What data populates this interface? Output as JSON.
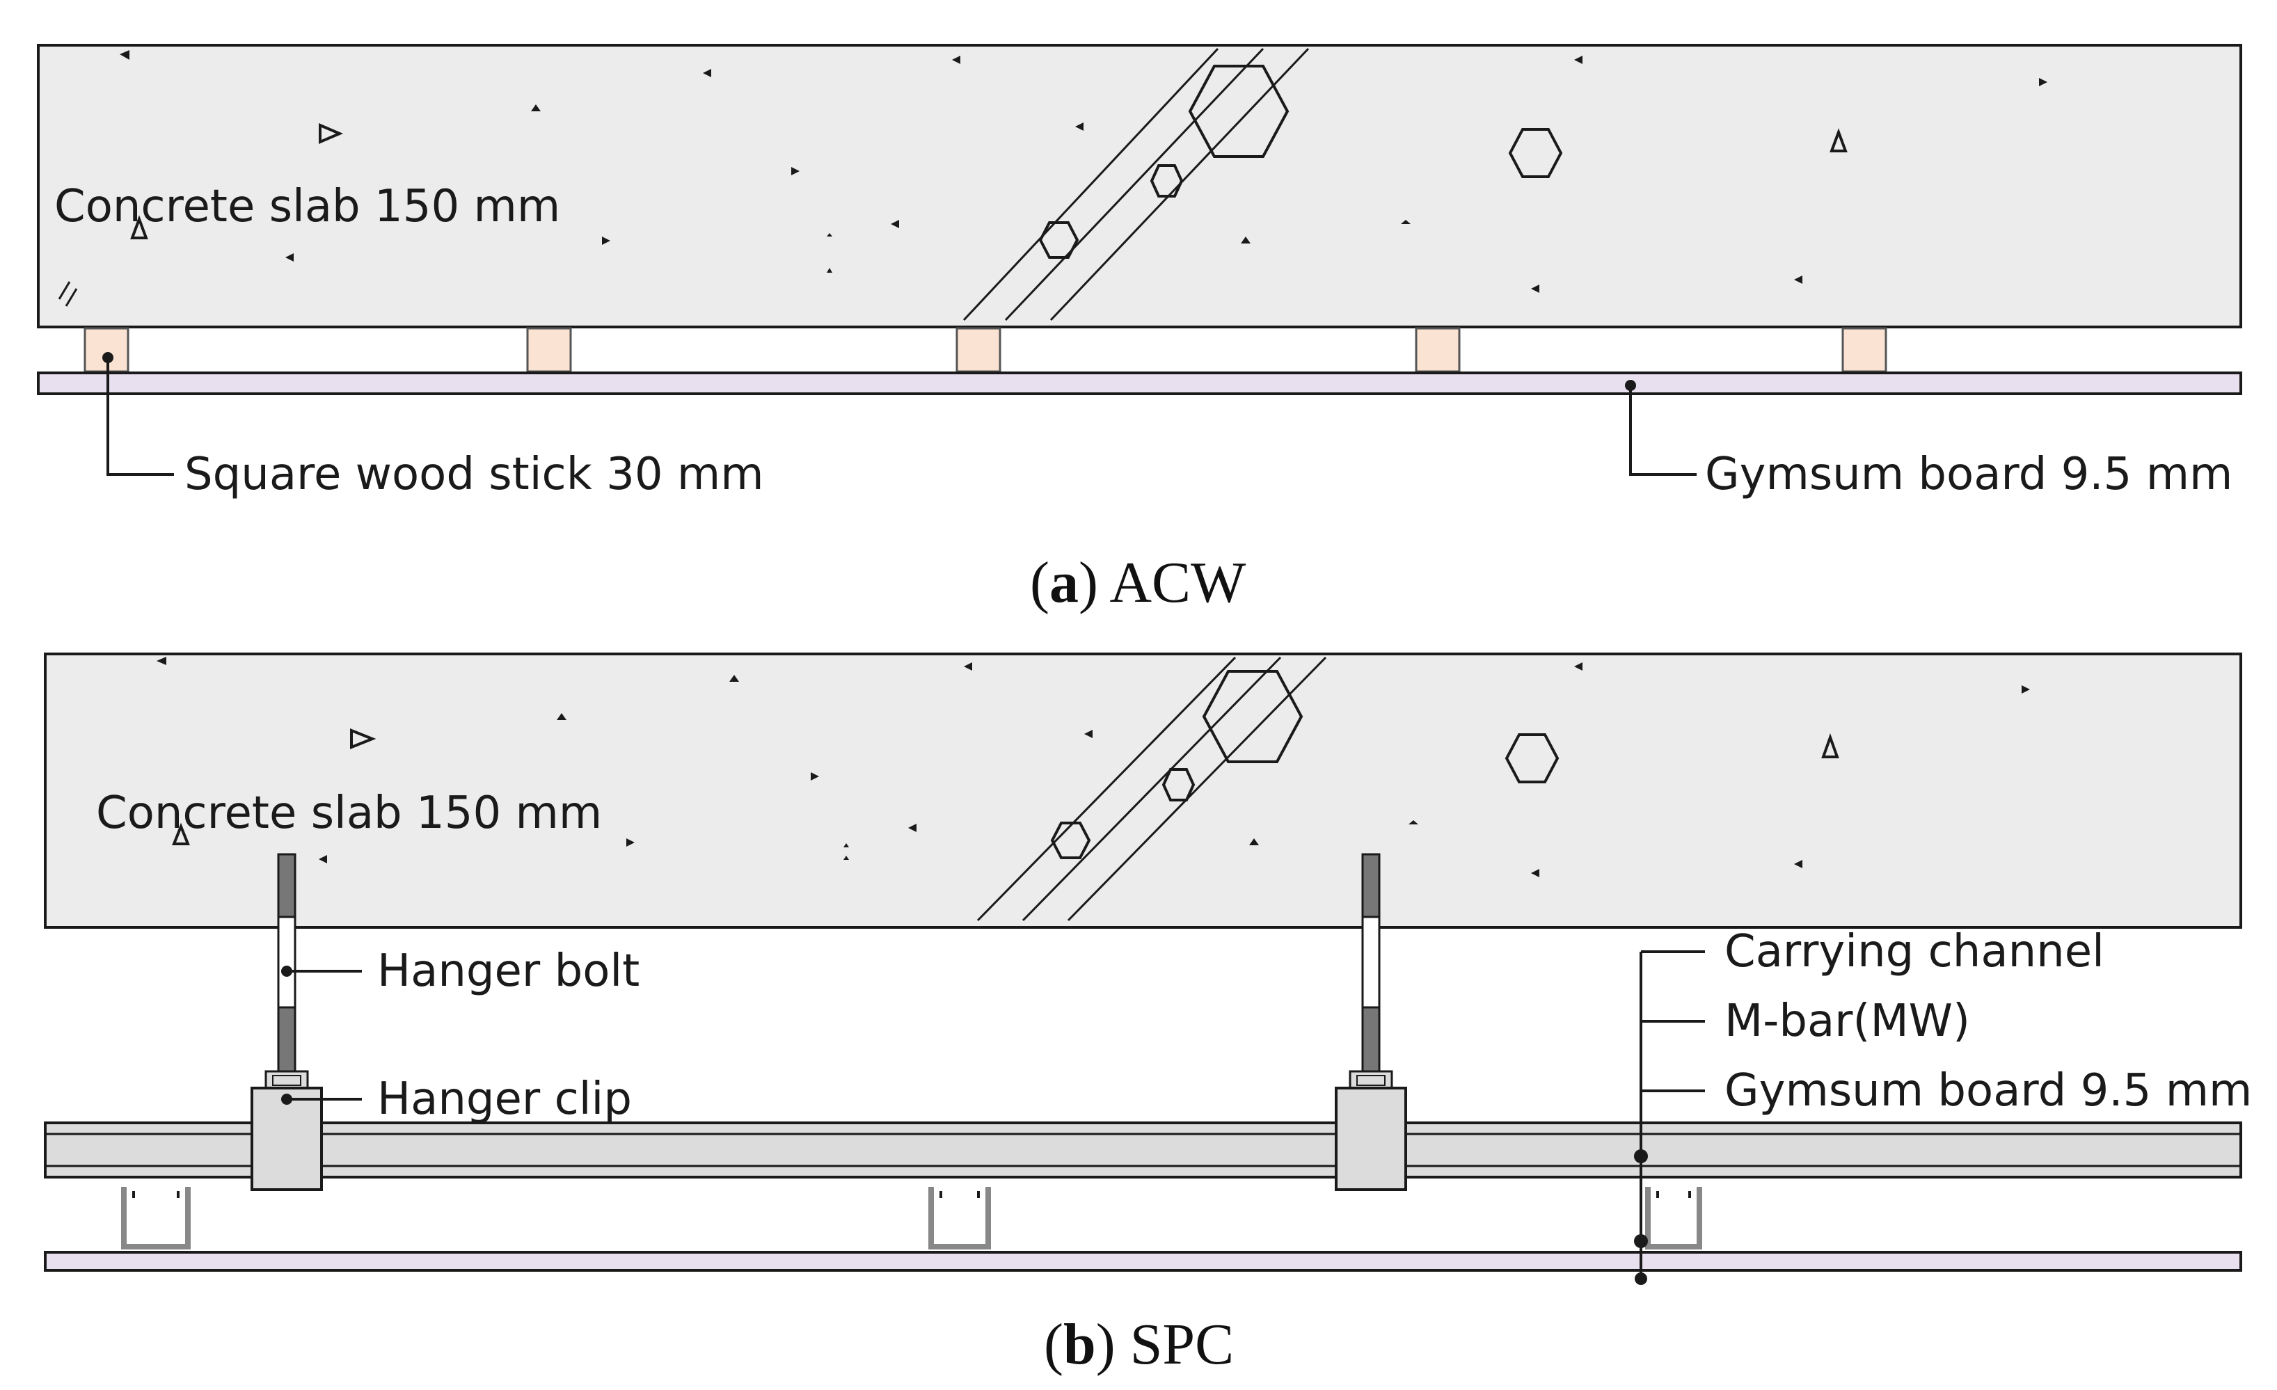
{
  "panel_a": {
    "slab_label": "Concrete slab 150 mm",
    "stick_label": "Square wood stick 30 mm",
    "board_label": "Gymsum board 9.5 mm",
    "caption_letter": "a",
    "caption_text": "ACW"
  },
  "panel_b": {
    "slab_label": "Concrete slab 150 mm",
    "hanger_bolt_label": "Hanger bolt",
    "hanger_clip_label": "Hanger clip",
    "carrying_channel_label": "Carrying channel",
    "mbar_label": "M-bar(MW)",
    "board_label": "Gymsum board 9.5 mm",
    "caption_letter": "b",
    "caption_text": "SPC"
  },
  "colors": {
    "concrete_fill": "#ececec",
    "wood_fill": "#fbe3d3",
    "board_fill": "#e8e0ee",
    "channel_fill": "#dcdcdc",
    "line": "#1a1a1a"
  }
}
